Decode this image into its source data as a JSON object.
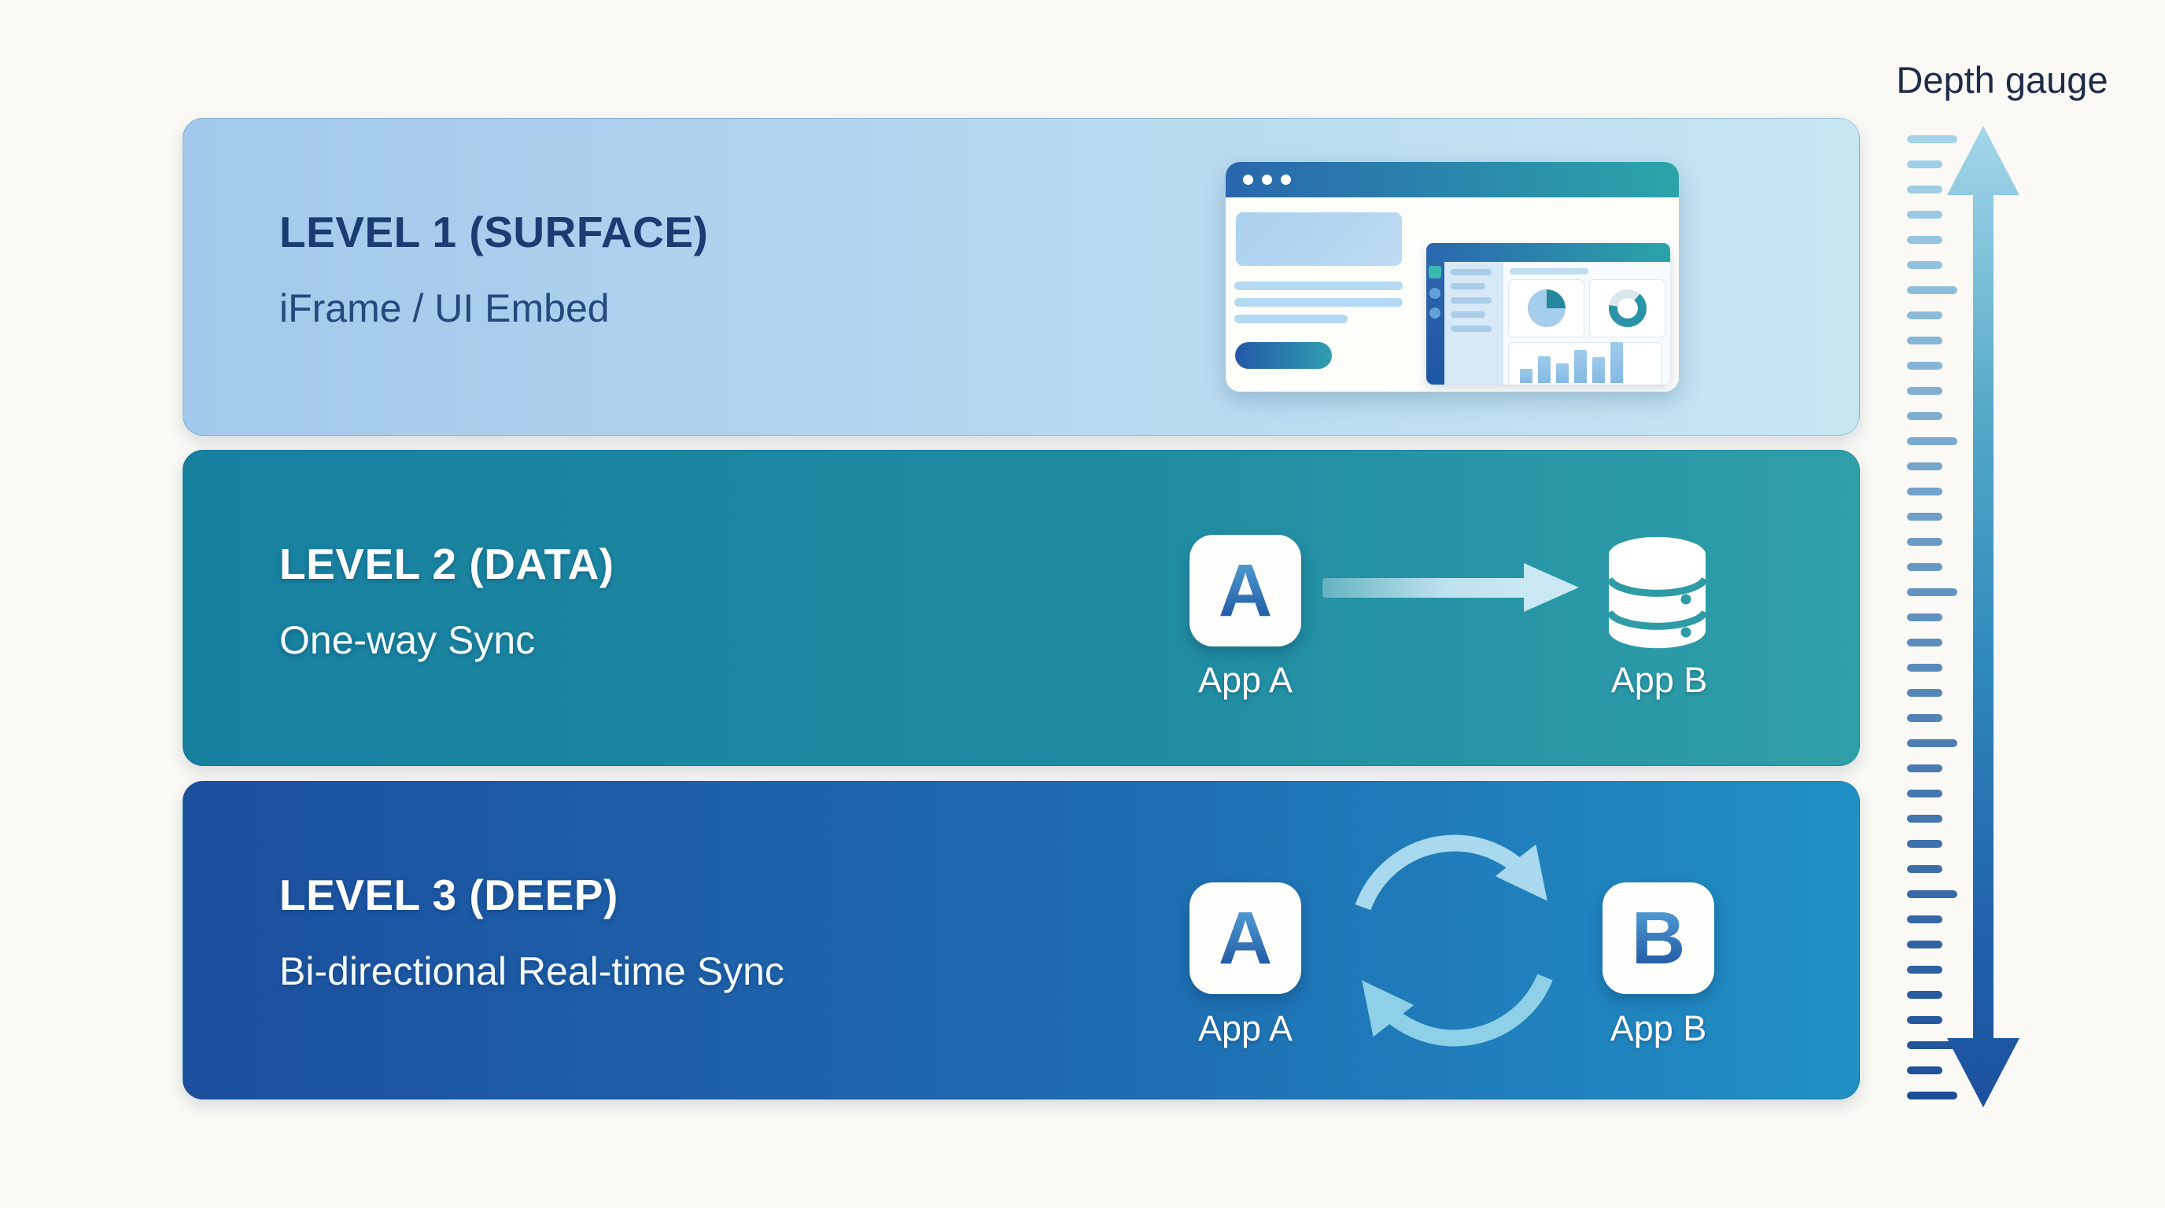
{
  "page": {
    "background": "#faf9f5"
  },
  "gauge": {
    "label": "Depth gauge",
    "tick_count": 39,
    "long_tick_every": 6,
    "tick_color_top": "#a4d3e8",
    "tick_color_bottom": "#1b4e96",
    "arrow_color_top": "#a5d6ea",
    "arrow_color_bottom": "#1c509d"
  },
  "levels": [
    {
      "title": "LEVEL 1 (SURFACE)",
      "subtitle": "iFrame / UI Embed",
      "bg_from": "#a2c8eb",
      "bg_mid": "#b7daf0",
      "bg_to": "#c6e6f2",
      "title_color": "#1b3c72",
      "subtitle_color": "#24497c",
      "illustration": "browser-with-embedded-dashboard"
    },
    {
      "title": "LEVEL 2 (DATA)",
      "subtitle": "One-way Sync",
      "bg_from": "#17809f",
      "bg_mid": "#1f8ba3",
      "bg_to": "#2f9fa9",
      "title_color": "#ffffff",
      "subtitle_color": "#f4fbfd",
      "illustration": "app-to-database-arrow",
      "apps": {
        "source": {
          "letter": "A",
          "label": "App A"
        },
        "target": {
          "icon": "database",
          "label": "App B"
        }
      }
    },
    {
      "title": "LEVEL 3 (DEEP)",
      "subtitle": "Bi-directional Real-time Sync",
      "bg_from": "#1c4f9e",
      "bg_mid": "#1f6cb0",
      "bg_to": "#2090c4",
      "title_color": "#ffffff",
      "subtitle_color": "#f4fbfd",
      "illustration": "bidirectional-sync-loop",
      "apps": {
        "source": {
          "letter": "A",
          "label": "App A"
        },
        "target": {
          "letter": "B",
          "label": "App B"
        }
      }
    }
  ]
}
